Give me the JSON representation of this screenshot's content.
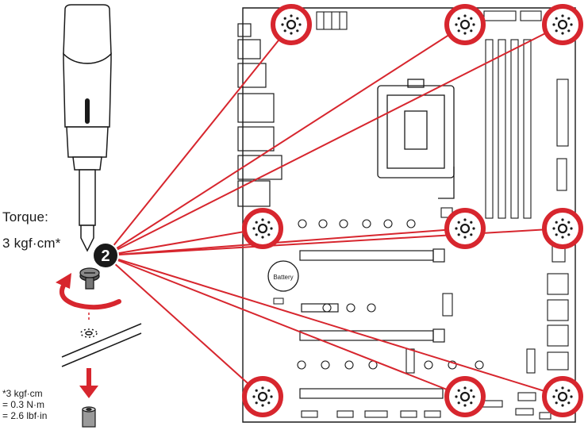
{
  "torque": {
    "label": "Torque:",
    "value": "3 kgf·cm*"
  },
  "step_badge": "2",
  "battery_label": "Battery",
  "footnote": {
    "line1": "*3 kgf·cm",
    "line2": "= 0.3 N·m",
    "line3": "= 2.6 lbf·in"
  },
  "colors": {
    "accent_red": "#d7262e",
    "outline": "#1a1a1a",
    "board": "#ffffff"
  },
  "mount_point_count": 9,
  "icons": [
    "screwdriver-icon",
    "screw-icon",
    "standoff-icon",
    "rotate-arrow-icon",
    "down-arrow-icon",
    "mount-hole-icon"
  ]
}
